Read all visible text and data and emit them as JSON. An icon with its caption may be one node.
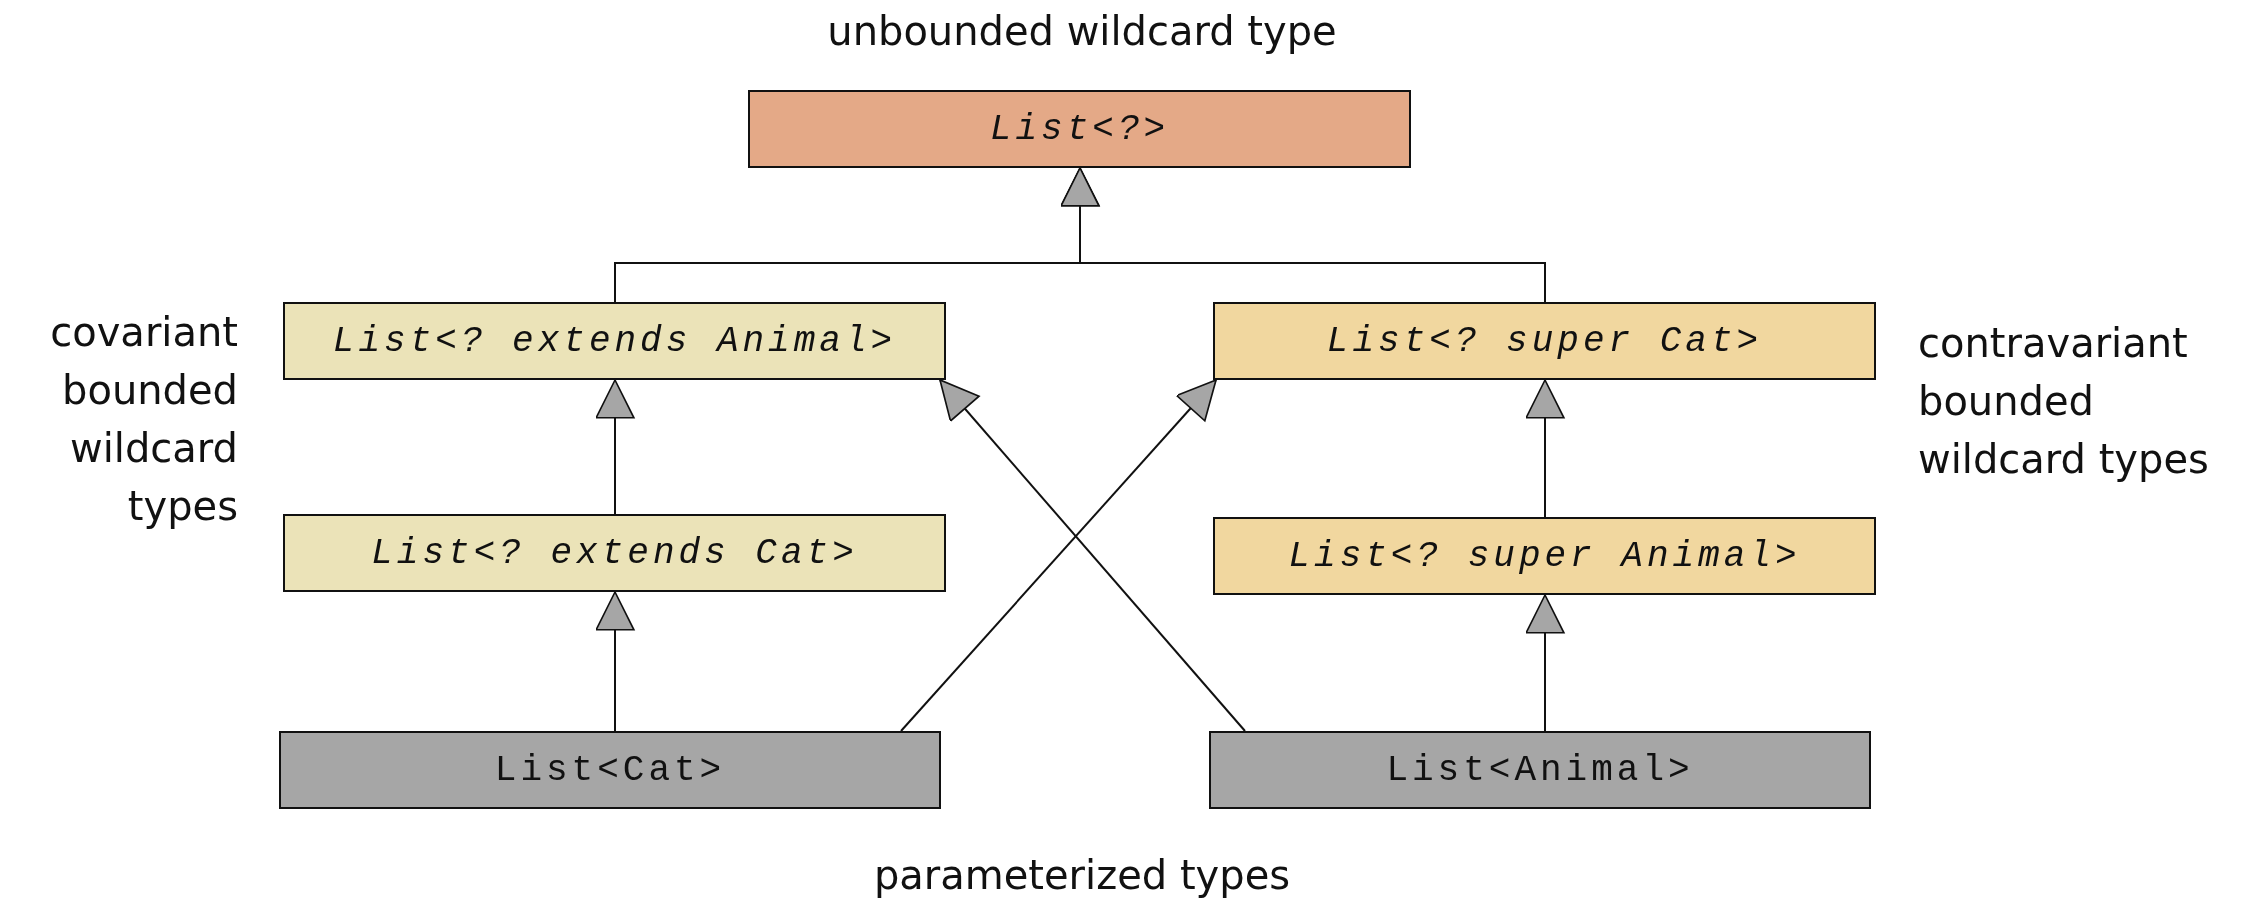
{
  "diagram": {
    "nodes": [
      {
        "text": [
          "List<?>"
        ]
      },
      {
        "text": [
          "List<? extends Animal>"
        ]
      },
      {
        "text": [
          "List<? super Cat>"
        ]
      },
      {
        "text": [
          "List<? extends Cat>"
        ]
      },
      {
        "text": [
          "List<? super Animal>"
        ]
      },
      {
        "text": [
          "List<Cat>"
        ]
      },
      {
        "text": [
          "List<Animal>"
        ]
      }
    ],
    "edges": [
      {
        "from": 1,
        "to": 0,
        "arrow": "to"
      },
      {
        "from": 2,
        "to": 0,
        "arrow": "to"
      },
      {
        "from": 3,
        "to": 1,
        "arrow": "to"
      },
      {
        "from": 4,
        "to": 2,
        "arrow": "to"
      },
      {
        "from": 5,
        "to": 3,
        "arrow": "to"
      },
      {
        "from": 5,
        "to": 2,
        "arrow": "to"
      },
      {
        "from": 6,
        "to": 1,
        "arrow": "to"
      },
      {
        "from": 6,
        "to": 4,
        "arrow": "to"
      }
    ],
    "labels": [
      "unbounded wildcard type",
      "covariant bounded wildcard types",
      "contravariant bounded wildcard types",
      "parameterized types"
    ]
  }
}
